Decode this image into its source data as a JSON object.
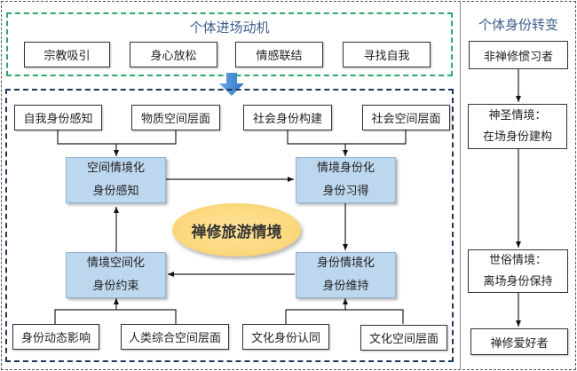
{
  "motivation": {
    "title": "个体进场动机",
    "items": [
      "宗教吸引",
      "身心放松",
      "情感联结",
      "寻找自我"
    ]
  },
  "context_model": {
    "center_label": "禅修旅游情境",
    "top_left_inputs": [
      "自我身份感知",
      "物质空间层面"
    ],
    "top_right_inputs": [
      "社会身份构建",
      "社会空间层面"
    ],
    "bottom_left_inputs": [
      "身份动态影响",
      "人类综合空间层面"
    ],
    "bottom_right_inputs": [
      "文化身份认同",
      "文化空间层面"
    ],
    "stages": {
      "top_left": {
        "line1": "空间情境化",
        "line2": "身份感知"
      },
      "top_right": {
        "line1": "情境身份化",
        "line2": "身份习得"
      },
      "bottom_right": {
        "line1": "身份情境化",
        "line2": "身份维持"
      },
      "bottom_left": {
        "line1": "情境空间化",
        "line2": "身份约束"
      }
    }
  },
  "transformation": {
    "title": "个体身份转变",
    "steps": [
      {
        "line1": "非禅修惯习者"
      },
      {
        "line1": "神圣情境：",
        "line2": "在场身份建构"
      },
      {
        "line1": "世俗情境：",
        "line2": "离场身份保持"
      },
      {
        "line1": "禅修爱好者"
      }
    ]
  },
  "colors": {
    "title_text": "#3d5f8f",
    "motivation_border": "#2fa86a",
    "model_border": "#1f3658",
    "stage_fill": "#bdd7ee",
    "center_fill": "#fcd980",
    "arrow_fill": "#4a8fd6"
  }
}
